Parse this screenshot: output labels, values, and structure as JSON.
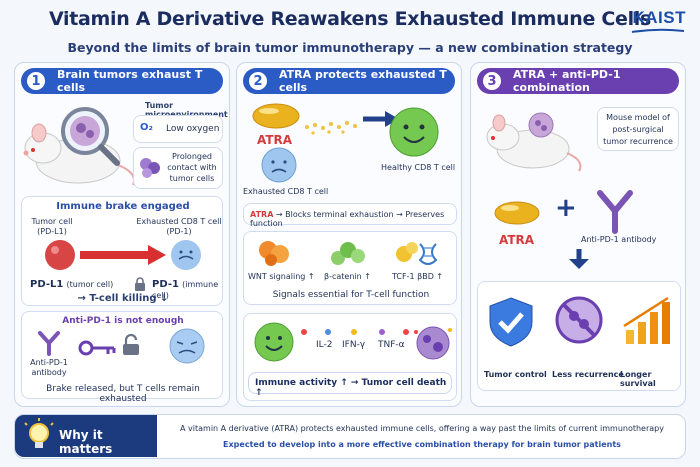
{
  "header": {
    "title": "Vitamin A Derivative Reawakens Exhausted Immune Cells",
    "subtitle": "Beyond the limits of brain tumor immunotherapy — a new combination strategy",
    "logo": "KAIST"
  },
  "panel1": {
    "number": "1",
    "heading": "Brain tumors exhaust T cells",
    "microenv_label": "Tumor microenvironment",
    "o2_symbol": "O₂",
    "low_oxygen": "Low oxygen",
    "prolonged_contact": [
      "Prolonged",
      "contact with",
      "tumor cells"
    ],
    "brake_title": "Immune brake engaged",
    "tumor_cell_label": [
      "Tumor cell",
      "(PD-L1)"
    ],
    "exhausted_label": [
      "Exhausted CD8 T cell",
      "(PD-1)"
    ],
    "pdl1": "PD-L1",
    "pdl1_sub": "(tumor cell)",
    "pd1": "PD-1",
    "pd1_sub": "(immune cell)",
    "killing": "→ T-cell killing ↓",
    "not_enough": "Anti-PD-1 is not enough",
    "antibody_label": [
      "Anti-PD-1",
      "antibody"
    ],
    "released": "Brake released, but T cells remain exhausted"
  },
  "panel2": {
    "number": "2",
    "heading": "ATRA protects exhausted T cells",
    "atra": "ATRA",
    "exhausted_cd8": "Exhausted CD8 T cell",
    "healthy_cd8": "Healthy CD8 T cell",
    "atra_line": {
      "atra": "ATRA",
      "rest": " → Blocks terminal exhaustion → Preserves function"
    },
    "wnt": "WNT signaling ↑",
    "catenin": "β-catenin ↑",
    "tcf": "TCF-1 βBD ↑",
    "signals": "Signals essential for T-cell function",
    "il2": "IL-2",
    "ifn": "IFN-γ",
    "tnf": "TNF-α",
    "activity": "Immune activity ↑  →  Tumor cell death ↑"
  },
  "panel3": {
    "number": "3",
    "heading": "ATRA + anti-PD-1 combination",
    "mouse_model": [
      "Mouse model of",
      "post-surgical",
      "tumor recurrence"
    ],
    "atra": "ATRA",
    "plus": "+",
    "antibody": "Anti-PD-1 antibody",
    "tumor_control": "Tumor control",
    "less_recurrence": "Less recurrence",
    "longer_survival": "Longer survival"
  },
  "footer": {
    "why": "Why it matters",
    "line1": "A vitamin A derivative (ATRA) protects exhausted immune cells, offering a way past the limits of current immunotherapy",
    "line2": "Expected to develop into a more effective combination therapy for brain tumor patients"
  },
  "colors": {
    "navy": "#1b2d5e",
    "blue_accent": "#2b5bc5",
    "purple_accent": "#6a3fb0",
    "red": "#d63b3b",
    "green": "#5fc24a",
    "gold": "#e8b020"
  }
}
